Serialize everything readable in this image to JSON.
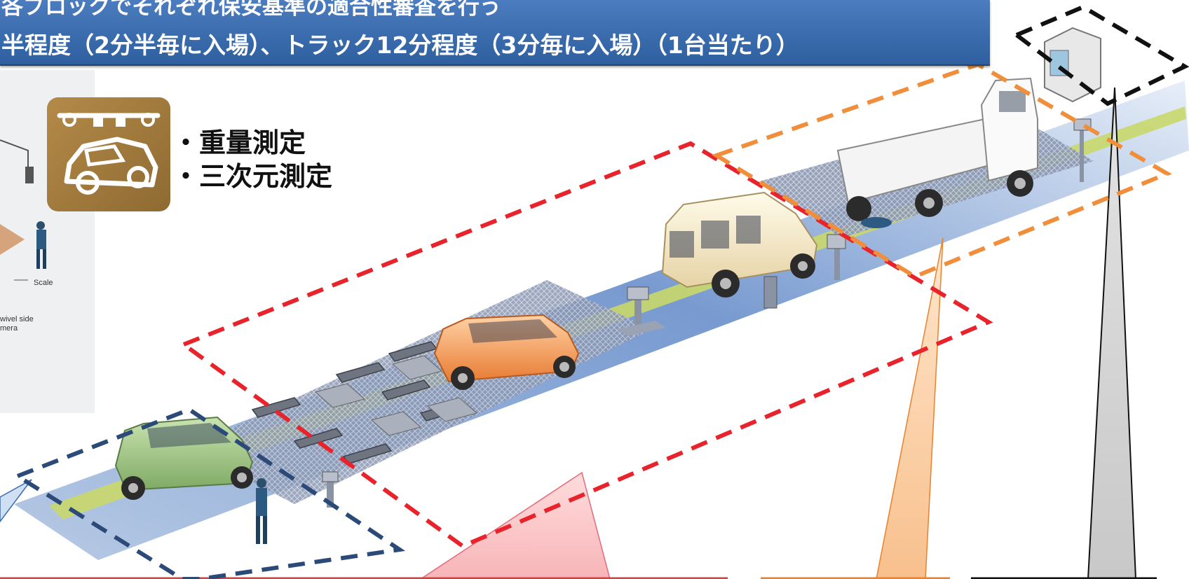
{
  "banner": {
    "line1": "各ブロックでそれぞれ保安基準の適合性審査を行う",
    "line2": "半程度（2分半毎に入場）、トラック12分程度（3分毎に入場）（1台当たり）",
    "bg_color": "#3a6db0"
  },
  "inspection_items": [
    "・重量測定",
    "・三次元測定"
  ],
  "inset_labels": {
    "scale": "Scale",
    "camera_line1": "wivel side",
    "camera_line2": "mera"
  },
  "block_colors": {
    "block1": "#2c4a78",
    "block2": "#e8232b",
    "block3": "#f08e3c",
    "block4": "#111111"
  },
  "vehicles": [
    "green-compact-car",
    "orange-hatchback",
    "cream-van",
    "white-light-truck"
  ]
}
